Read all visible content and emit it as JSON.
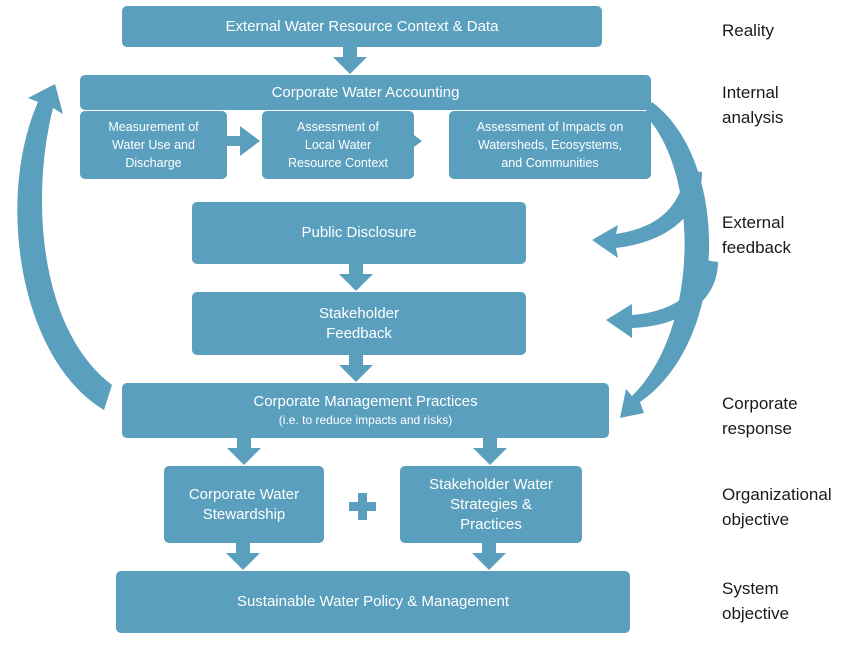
{
  "boxes": {
    "external_context": "External Water Resource Context & Data",
    "corporate_accounting": "Corporate Water Accounting",
    "measurement": [
      "Measurement of",
      "Water Use and",
      "Discharge"
    ],
    "assessment_local": [
      "Assessment of",
      "Local Water",
      "Resource Context"
    ],
    "assessment_impacts": [
      "Assessment of Impacts on",
      "Watersheds, Ecosystems,",
      "and Communities"
    ],
    "public_disclosure": "Public Disclosure",
    "stakeholder_feedback": [
      "Stakeholder",
      "Feedback"
    ],
    "management_practices": "Corporate Management Practices",
    "management_practices_sub": "(i.e. to reduce impacts and risks)",
    "stewardship": [
      "Corporate Water",
      "Stewardship"
    ],
    "stakeholder_strategies": [
      "Stakeholder Water",
      "Strategies &",
      "Practices"
    ],
    "sustainable_policy": "Sustainable Water Policy & Management"
  },
  "labels": {
    "reality": [
      "Reality"
    ],
    "internal": [
      "Internal",
      "analysis"
    ],
    "external_feedback": [
      "External",
      "feedback"
    ],
    "corporate_response": [
      "Corporate",
      "response"
    ],
    "organizational": [
      "Organizational",
      "objective"
    ],
    "system": [
      "System",
      "objective"
    ]
  },
  "colors": {
    "box": "#5a9fbd",
    "text_on_box": "#ffffff",
    "label": "#1a1a1a"
  }
}
